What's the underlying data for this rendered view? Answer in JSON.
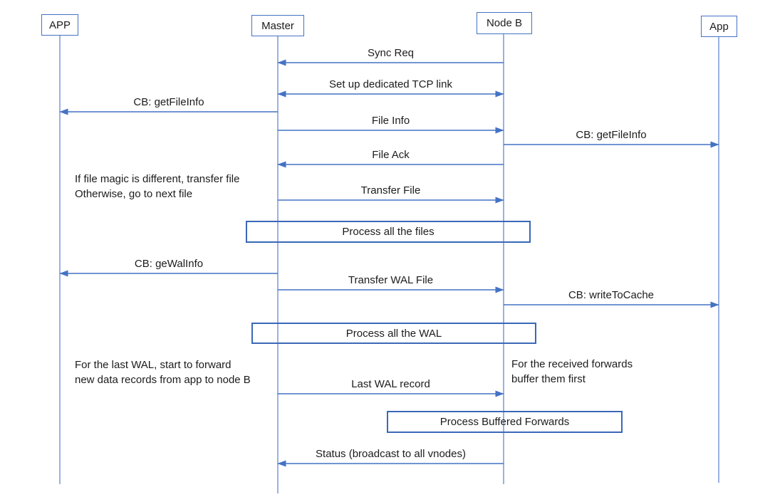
{
  "diagram": {
    "kind": "sequence-diagram",
    "background_color": "#ffffff",
    "line_color": "#4472C4",
    "lifeline_color": "#6f92d4",
    "process_box_border_color": "#3a68b8",
    "text_color": "#1c1c1c"
  },
  "actors": [
    {
      "id": "app-left",
      "label": "APP"
    },
    {
      "id": "master",
      "label": "Master"
    },
    {
      "id": "node-b",
      "label": "Node B"
    },
    {
      "id": "app-right",
      "label": "App"
    }
  ],
  "messages": [
    {
      "id": "sync-req",
      "label": "Sync Req",
      "from": "node-b",
      "to": "master",
      "bidirectional": false
    },
    {
      "id": "tcp-link",
      "label": "Set up dedicated TCP link",
      "from": "master",
      "to": "node-b",
      "bidirectional": true
    },
    {
      "id": "cb-getfileinfo-left",
      "label": "CB: getFileInfo",
      "from": "master",
      "to": "app-left",
      "bidirectional": false
    },
    {
      "id": "file-info",
      "label": "File Info",
      "from": "master",
      "to": "node-b",
      "bidirectional": false
    },
    {
      "id": "cb-getfileinfo-right",
      "label": "CB: getFileInfo",
      "from": "node-b",
      "to": "app-right",
      "bidirectional": false
    },
    {
      "id": "file-ack",
      "label": "File Ack",
      "from": "node-b",
      "to": "master",
      "bidirectional": false
    },
    {
      "id": "transfer-file",
      "label": "Transfer File",
      "from": "master",
      "to": "node-b",
      "bidirectional": false
    },
    {
      "id": "cb-gewalinfo",
      "label": "CB: geWalInfo",
      "from": "master",
      "to": "app-left",
      "bidirectional": false
    },
    {
      "id": "transfer-wal-file",
      "label": "Transfer WAL File",
      "from": "master",
      "to": "node-b",
      "bidirectional": false
    },
    {
      "id": "cb-writetocache",
      "label": "CB: writeToCache",
      "from": "node-b",
      "to": "app-right",
      "bidirectional": false
    },
    {
      "id": "last-wal-record",
      "label": "Last WAL record",
      "from": "master",
      "to": "node-b",
      "bidirectional": false
    },
    {
      "id": "status-broadcast",
      "label": "Status (broadcast to all vnodes)",
      "from": "node-b",
      "to": "master",
      "bidirectional": false
    }
  ],
  "process_boxes": [
    {
      "id": "process-files",
      "label": "Process all the files"
    },
    {
      "id": "process-wal",
      "label": "Process all the WAL"
    },
    {
      "id": "process-buffered-forwards",
      "label": "Process Buffered Forwards"
    }
  ],
  "notes": [
    {
      "id": "note-file-magic",
      "lines": [
        "If file magic is different, transfer file",
        "Otherwise, go to next file"
      ]
    },
    {
      "id": "note-last-wal",
      "lines": [
        "For the last WAL, start to forward",
        "new data records from app to node B"
      ]
    },
    {
      "id": "note-received-forwards",
      "lines": [
        "For the received forwards",
        "buffer them first"
      ]
    }
  ]
}
